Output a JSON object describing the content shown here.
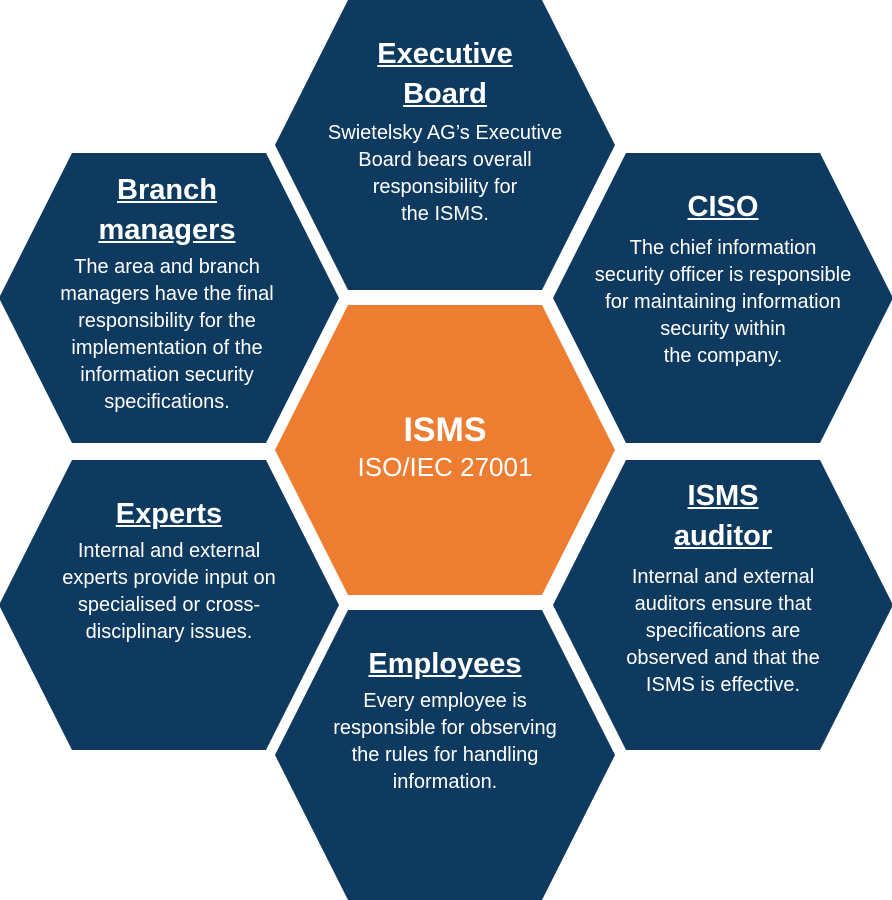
{
  "colors": {
    "hex": "#0f3a5f",
    "center": "#ed7d31",
    "text": "#ffffff"
  },
  "center": {
    "title": "ISMS",
    "subtitle": "ISO/IEC 27001"
  },
  "roles": [
    {
      "id": "executive-board",
      "title": "Executive\nBoard",
      "body": "Swietelsky  AG’s Executive\nBoard  bears overall\nresponsibility  for\nthe ISMS."
    },
    {
      "id": "ciso",
      "title": "CISO",
      "body": "The chief information\nsecurity officer is responsible\nfor maintaining  information\nsecurity within\nthe company."
    },
    {
      "id": "isms-auditor",
      "title": "ISMS\nauditor",
      "body": "Internal and external\nauditors ensure that\nspecifications are\nobserved and that the\nISMS is effective."
    },
    {
      "id": "employees",
      "title": "Employees",
      "body": "Every employee is\nresponsible for observing\nthe rules for handling\ninformation."
    },
    {
      "id": "experts",
      "title": "Experts",
      "body": "Internal and external\nexperts provide input on\nspecialised or cross-\ndisciplinary issues."
    },
    {
      "id": "branch-managers",
      "title": "Branch\nmanagers",
      "body": "The area and branch\nmanagers have the final\nresponsibility  for the\nimplementation  of the\ninformation security\nspecifications."
    }
  ]
}
